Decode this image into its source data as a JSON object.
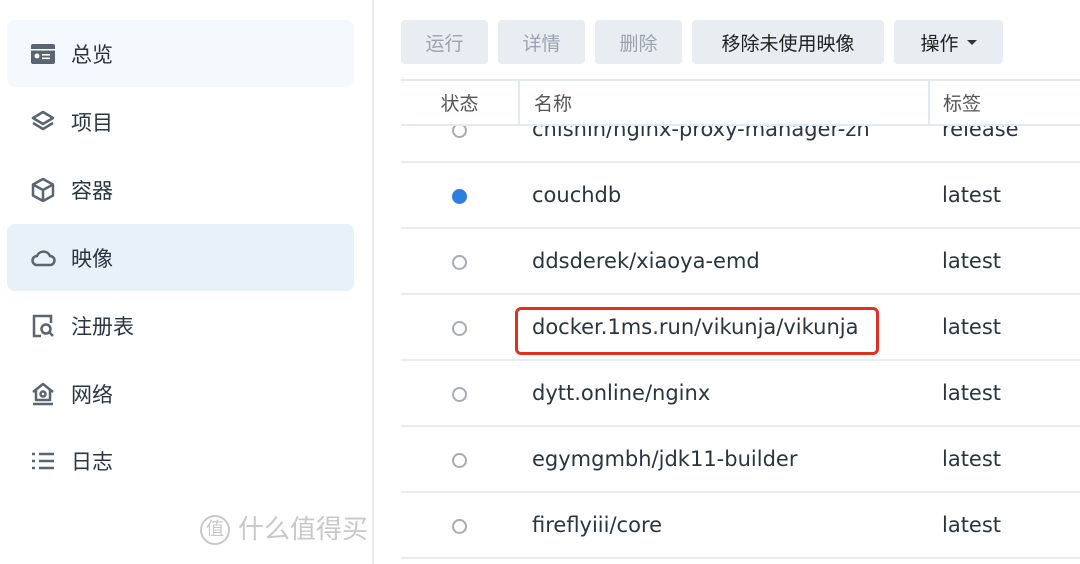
{
  "sidebar": {
    "items": [
      {
        "label": "总览",
        "icon": "overview-card-icon"
      },
      {
        "label": "项目",
        "icon": "layers-icon"
      },
      {
        "label": "容器",
        "icon": "cube-icon"
      },
      {
        "label": "映像",
        "icon": "cloud-icon",
        "active": true
      },
      {
        "label": "注册表",
        "icon": "registry-search-icon"
      },
      {
        "label": "网络",
        "icon": "network-house-icon"
      },
      {
        "label": "日志",
        "icon": "list-icon"
      }
    ]
  },
  "toolbar": {
    "run": "运行",
    "details": "详情",
    "delete": "删除",
    "remove_unused": "移除未使用映像",
    "actions": "操作"
  },
  "table": {
    "headers": {
      "status": "状态",
      "name": "名称",
      "tag": "标签"
    },
    "rows": [
      {
        "name": "chishin/nginx-proxy-manager-zh",
        "tag": "release",
        "running": false
      },
      {
        "name": "couchdb",
        "tag": "latest",
        "running": true
      },
      {
        "name": "ddsderek/xiaoya-emd",
        "tag": "latest",
        "running": false
      },
      {
        "name": "docker.1ms.run/vikunja/vikunja",
        "tag": "latest",
        "running": false,
        "highlighted": true
      },
      {
        "name": "dytt.online/nginx",
        "tag": "latest",
        "running": false
      },
      {
        "name": "egymgmbh/jdk11-builder",
        "tag": "latest",
        "running": false
      },
      {
        "name": "fireflyiii/core",
        "tag": "latest",
        "running": false
      }
    ]
  },
  "colors": {
    "running": "#2f7de1",
    "highlight": "#e0311f",
    "selected_bg": "#e8f0fa"
  },
  "watermark": {
    "logo": "值",
    "text": "什么值得买"
  }
}
